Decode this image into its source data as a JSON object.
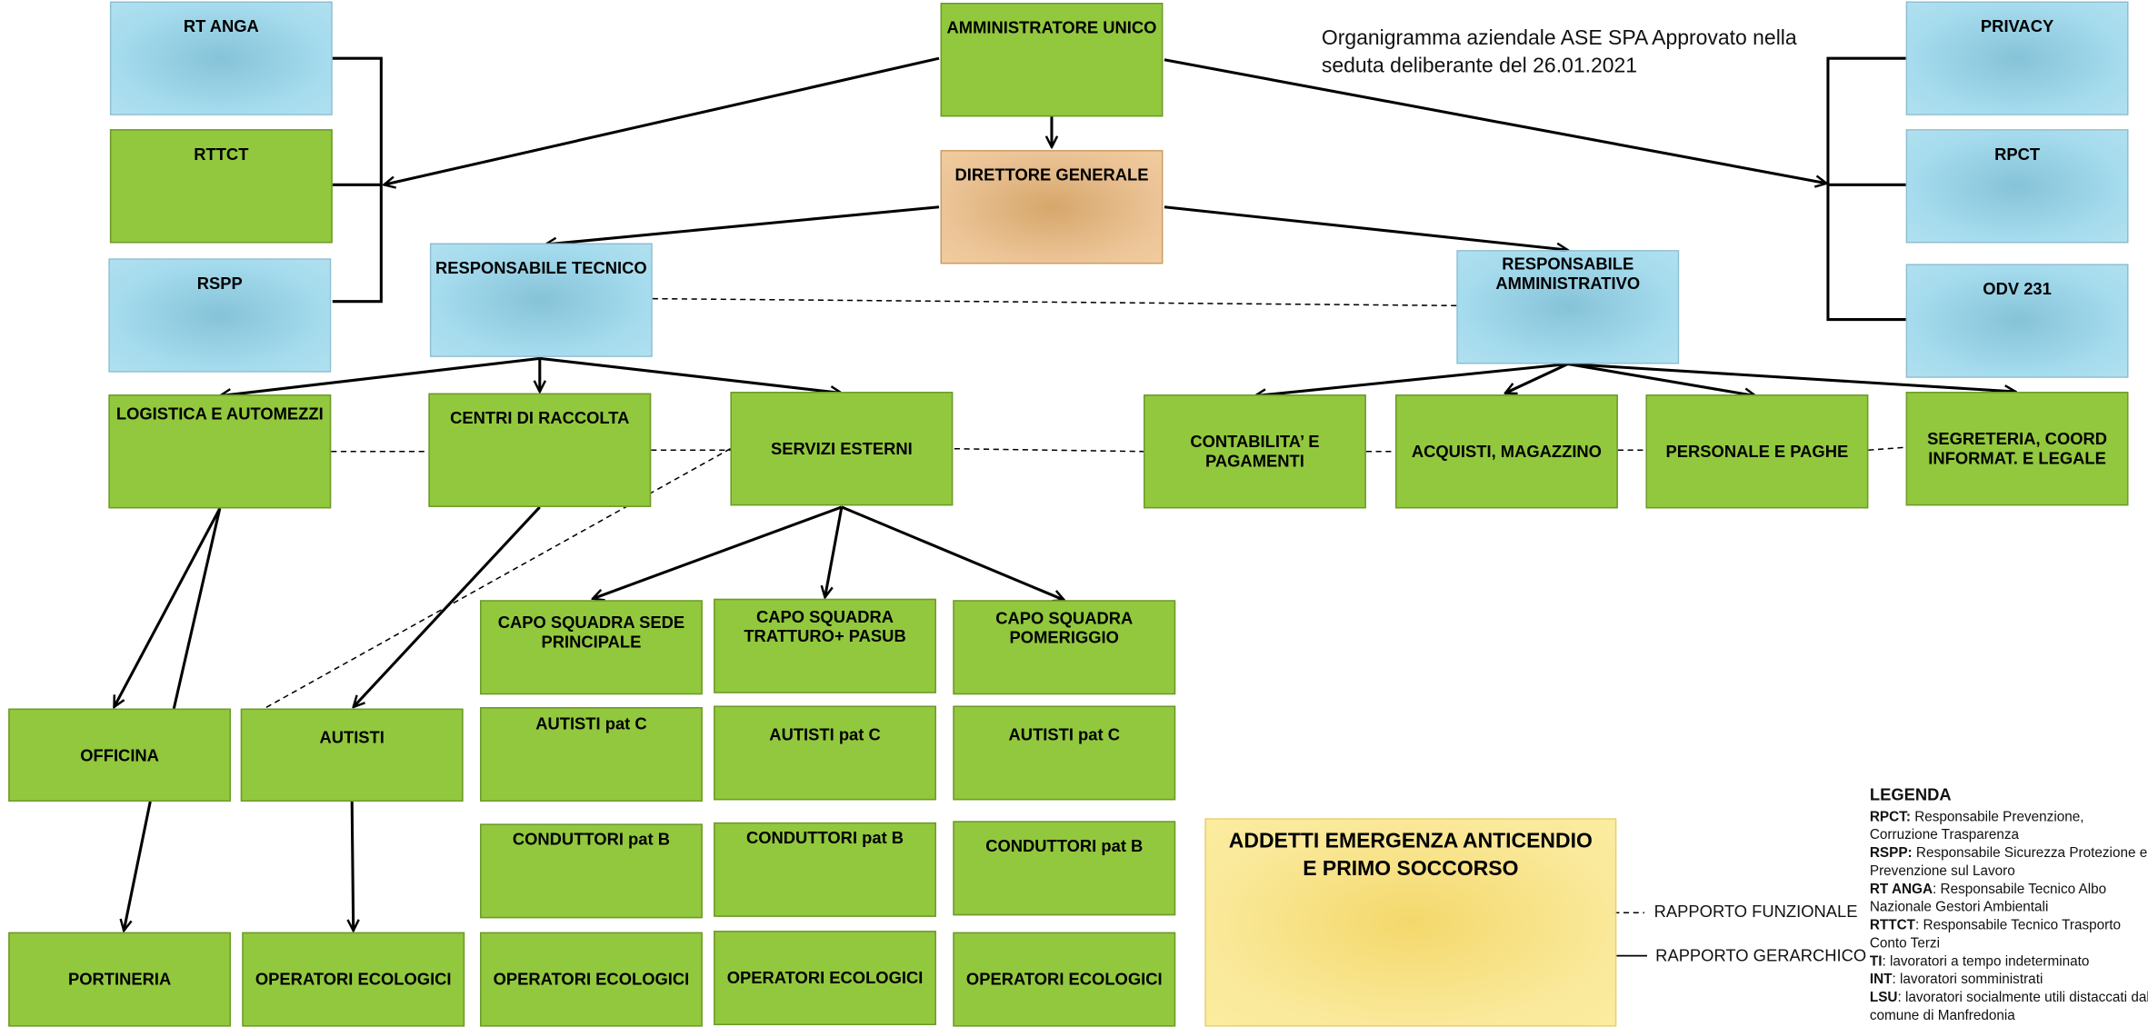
{
  "title": "Organigramma aziendale ASE SPA Approvato nella seduta deliberante del 26.01.2021",
  "nodes": {
    "amministratore": "AMMINISTRATORE UNICO",
    "direttore": "DIRETTORE GENERALE",
    "rt_anga": "RT ANGA",
    "rttct": "RTTCT",
    "rspp": "RSPP",
    "privacy": "PRIVACY",
    "rpct": "RPCT",
    "odv": "ODV 231",
    "resp_tecnico": "RESPONSABILE TECNICO",
    "resp_amministrativo": "RESPONSABILE AMMINISTRATIVO",
    "logistica": "LOGISTICA E AUTOMEZZI",
    "centri": "CENTRI DI RACCOLTA",
    "servizi": "SERVIZI ESTERNI",
    "contabilita": "CONTABILITA’ E PAGAMENTI",
    "acquisti": "ACQUISTI, MAGAZZINO",
    "personale": "PERSONALE E PAGHE",
    "segreteria": "SEGRETERIA, COORD INFORMAT. E LEGALE",
    "capo_sede": "CAPO SQUADRA SEDE PRINCIPALE",
    "capo_tratturo": "CAPO SQUADRA TRATTURO+ PASUB",
    "capo_pomeriggio": "CAPO SQUADRA POMERIGGIO",
    "autisti_c1": "AUTISTI pat C",
    "autisti_c2": "AUTISTI pat C",
    "autisti_c3": "AUTISTI pat C",
    "conduttori1": "CONDUTTORI pat B",
    "conduttori2": "CONDUTTORI pat B",
    "conduttori3": "CONDUTTORI pat B",
    "operatori1": "OPERATORI ECOLOGICI",
    "operatori2": "OPERATORI ECOLOGICI",
    "operatori3": "OPERATORI ECOLOGICI",
    "operatori4": "OPERATORI ECOLOGICI",
    "officina": "OFFICINA",
    "autisti": "AUTISTI",
    "portineria": "PORTINERIA",
    "addetti": "ADDETTI EMERGENZA ANTICENDIO E PRIMO SOCCORSO"
  },
  "rapporto_funzionale": "RAPPORTO FUNZIONALE",
  "rapporto_gerarchico": "RAPPORTO GERARCHICO",
  "legend": {
    "heading": "LEGENDA",
    "items": [
      {
        "term": "RPCT:",
        "text": "Responsabile Prevenzione, Corruzione Trasparenza"
      },
      {
        "term": "RSPP:",
        "text": "Responsabile Sicurezza Protezione e Prevenzione sul Lavoro"
      },
      {
        "term": "RT ANGA",
        "text": ": Responsabile Tecnico Albo Nazionale Gestori Ambientali"
      },
      {
        "term": "RTTCT",
        "text": ": Responsabile Tecnico Trasporto Conto Terzi"
      },
      {
        "term": "TI",
        "text": ": lavoratori a tempo indeterminato"
      },
      {
        "term": "INT",
        "text": ": lavoratori somministrati"
      },
      {
        "term": "LSU",
        "text": ": lavoratori socialmente utili distaccati dal comune di Manfredonia"
      }
    ]
  },
  "colors": {
    "green": "#92c83e",
    "blue": "#a6dcee",
    "orange": "#ecc497",
    "yellow": "#fae99a"
  }
}
